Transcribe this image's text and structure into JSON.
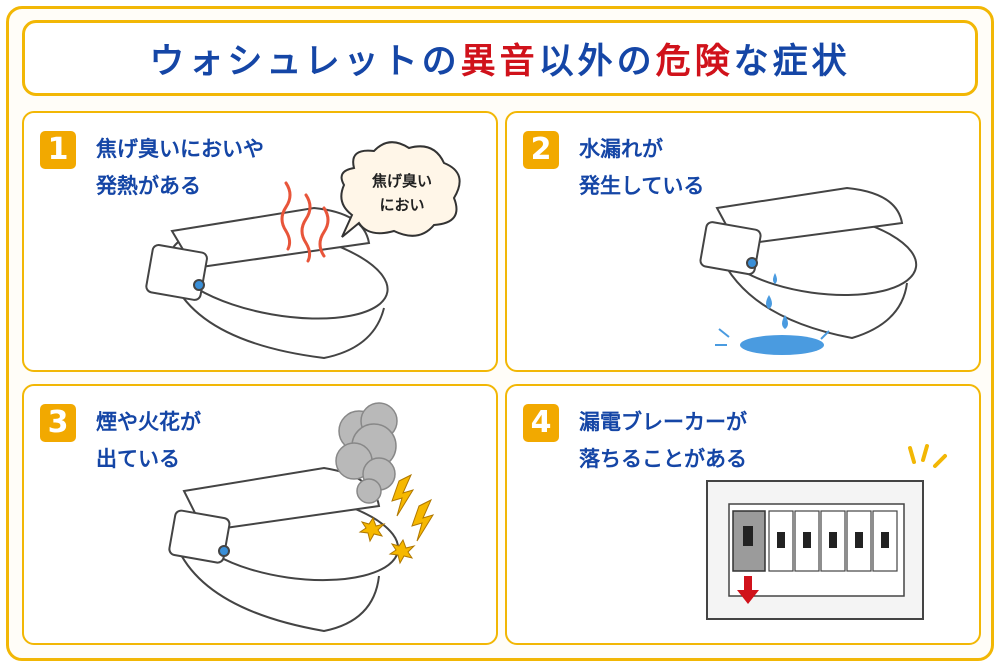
{
  "title": {
    "part1": "ウォシュレットの",
    "part2": "異音",
    "part3": "以外の",
    "part4": "危険",
    "part5": "な症状"
  },
  "panels": [
    {
      "number": "1",
      "lines": [
        "焦げ臭いにおいや",
        "発熱がある"
      ],
      "bubble": [
        "焦げ臭い",
        "におい"
      ]
    },
    {
      "number": "2",
      "lines": [
        "水漏れが",
        "発生している"
      ]
    },
    {
      "number": "3",
      "lines": [
        "煙や火花が",
        "出ている"
      ]
    },
    {
      "number": "4",
      "lines": [
        "漏電ブレーカーが",
        "落ちることがある"
      ]
    }
  ],
  "colors": {
    "accent": "#f2b705",
    "text_blue": "#1546a6",
    "text_red": "#d0121b",
    "water": "#4a9be0",
    "heat": "#e8553a"
  }
}
